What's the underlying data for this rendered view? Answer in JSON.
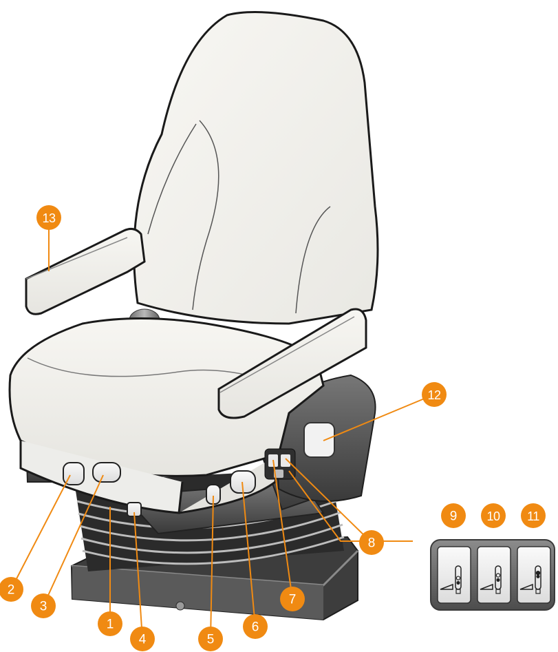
{
  "diagram": {
    "subject": "seat-with-numbered-controls",
    "badge_color": "#f08a12",
    "leader_color": "#f08a12",
    "callouts": [
      {
        "id": "1",
        "label": "1"
      },
      {
        "id": "2",
        "label": "2"
      },
      {
        "id": "3",
        "label": "3"
      },
      {
        "id": "4",
        "label": "4"
      },
      {
        "id": "5",
        "label": "5"
      },
      {
        "id": "6",
        "label": "6"
      },
      {
        "id": "7",
        "label": "7"
      },
      {
        "id": "8",
        "label": "8"
      },
      {
        "id": "9",
        "label": "9"
      },
      {
        "id": "10",
        "label": "10"
      },
      {
        "id": "11",
        "label": "11"
      },
      {
        "id": "12",
        "label": "12"
      },
      {
        "id": "13",
        "label": "13"
      }
    ],
    "switch_panel": {
      "buttons": [
        {
          "callout": "9",
          "icon": "seat-lumbar-low-icon"
        },
        {
          "callout": "10",
          "icon": "seat-lumbar-mid-icon"
        },
        {
          "callout": "11",
          "icon": "seat-lumbar-high-icon"
        }
      ]
    }
  }
}
